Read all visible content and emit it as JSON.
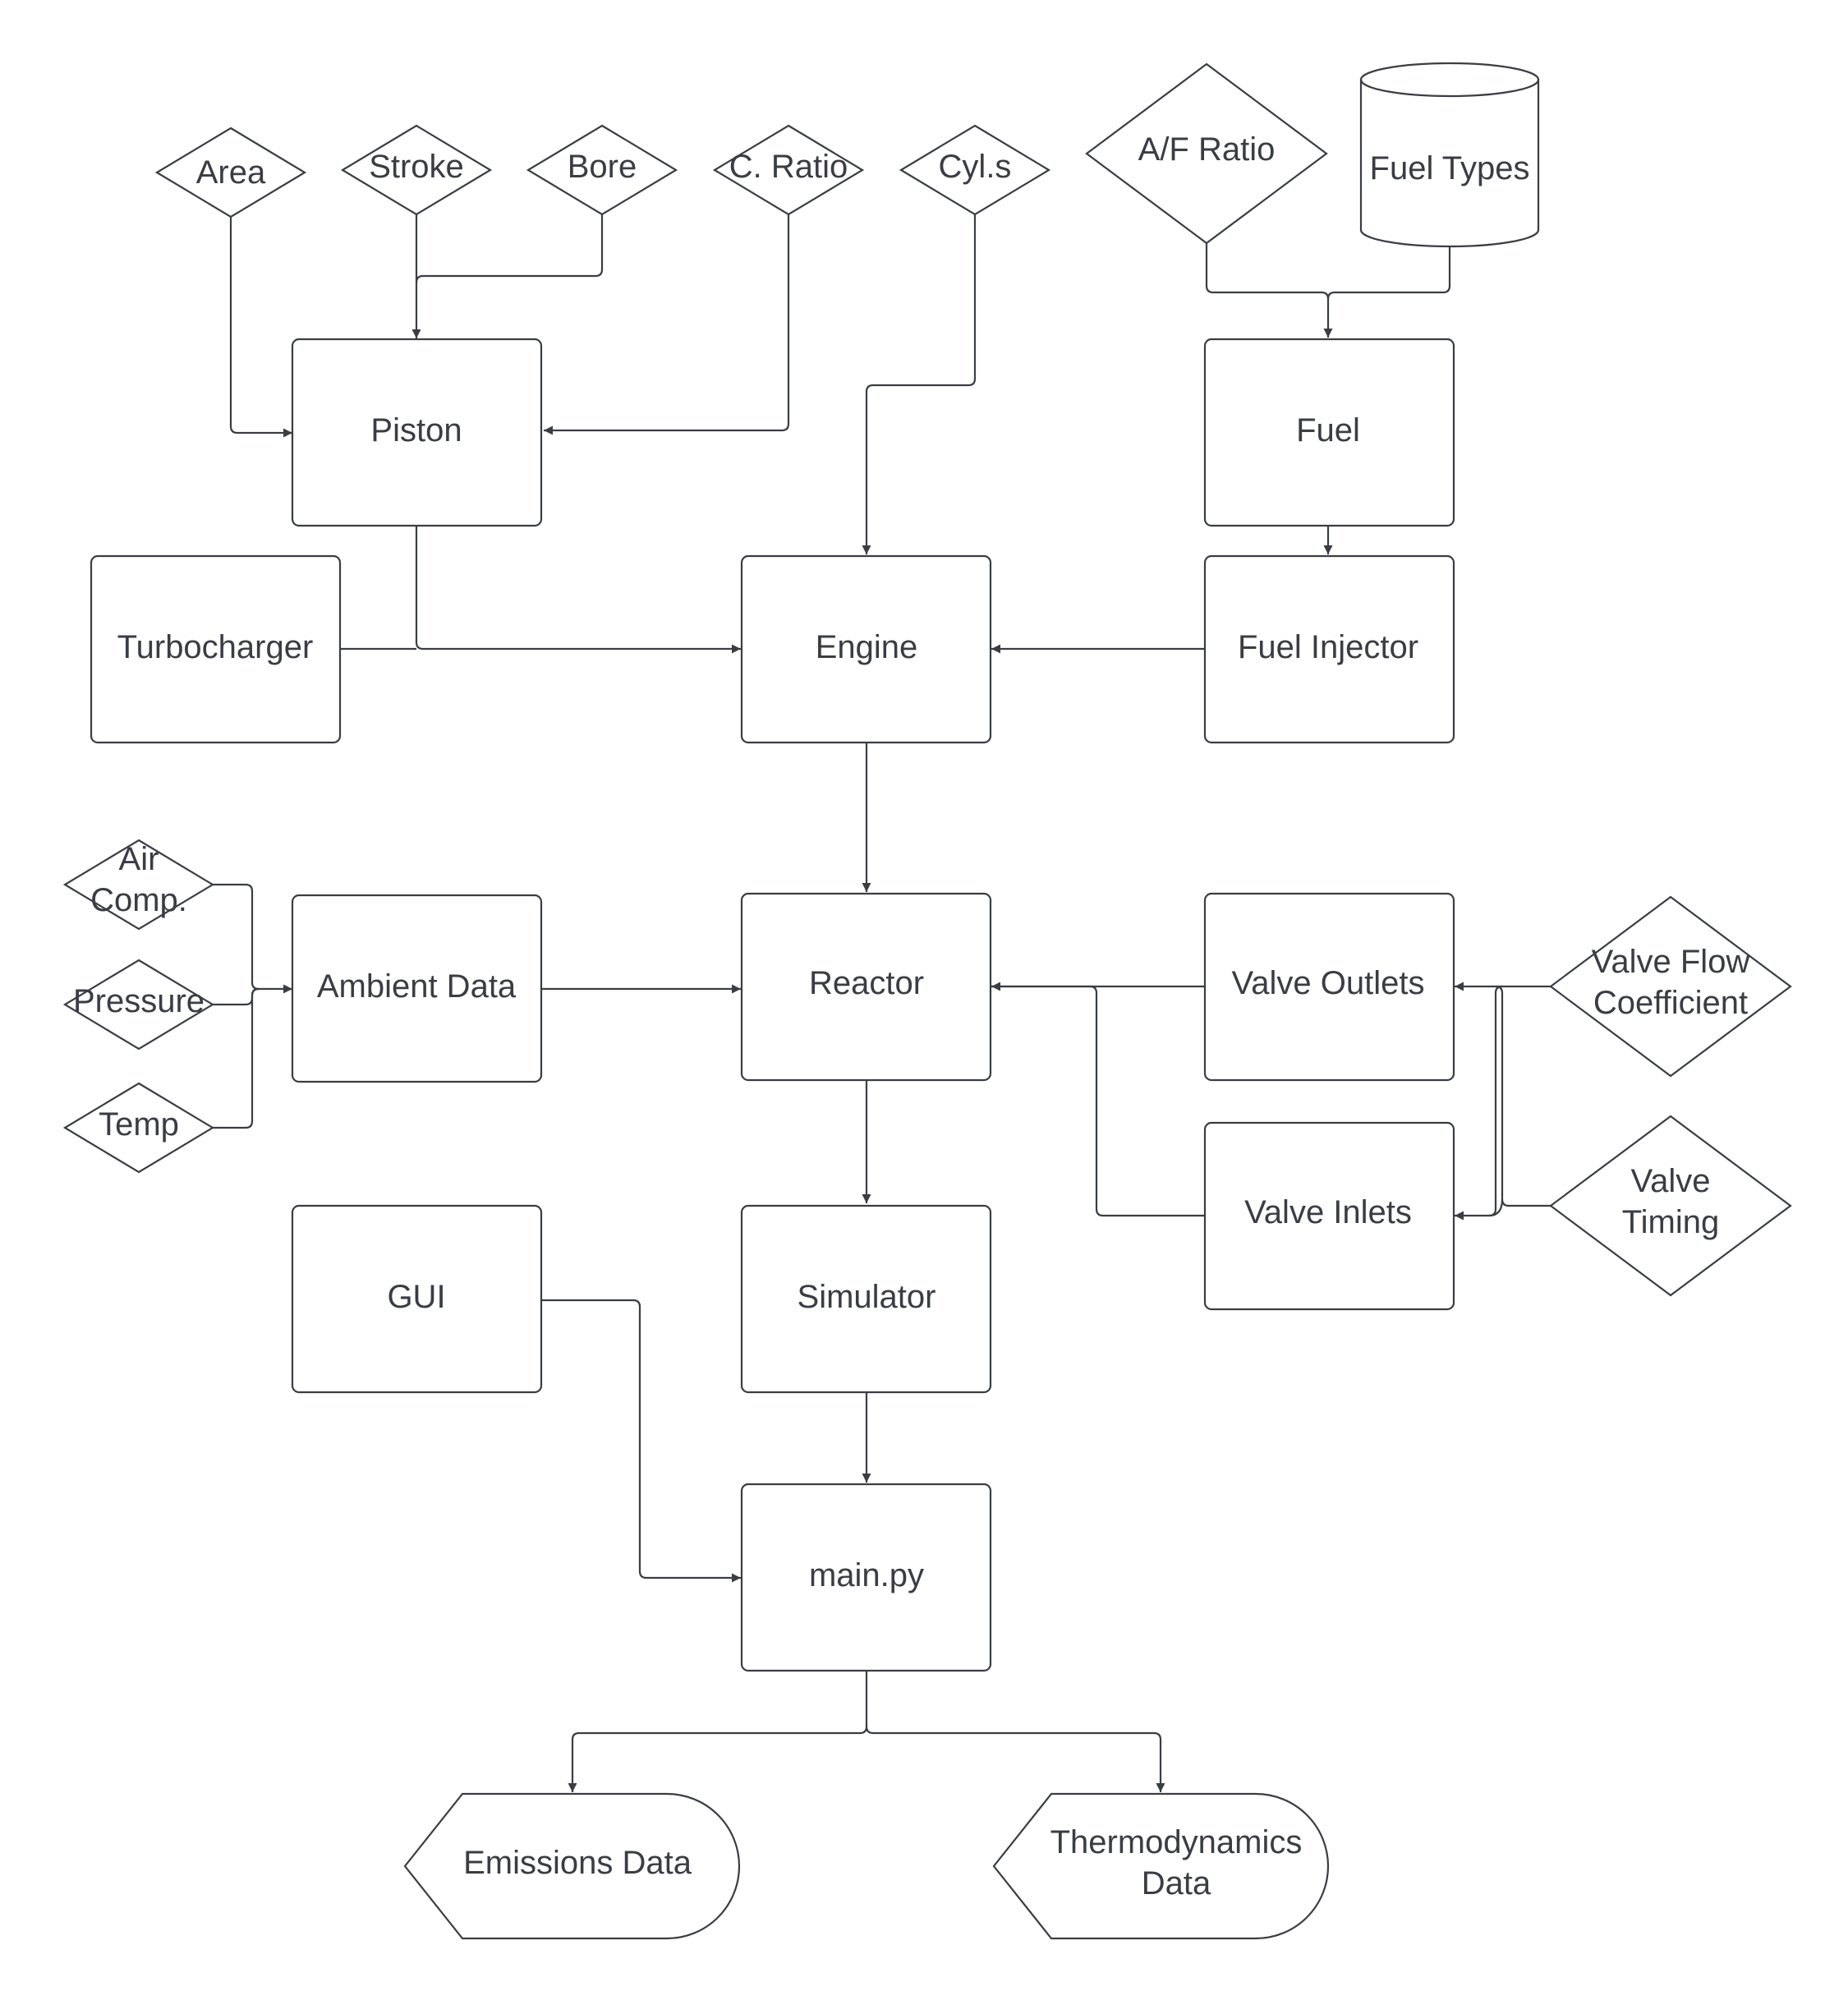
{
  "colors": {
    "stroke": "#3a3d44",
    "background": "#ffffff"
  },
  "nodes": {
    "area": "Area",
    "stroke": "Stroke",
    "bore": "Bore",
    "c_ratio": "C. Ratio",
    "cyls": "Cyl.s",
    "af_ratio": "A/F Ratio",
    "fuel_types": "Fuel Types",
    "piston": "Piston",
    "fuel": "Fuel",
    "turbocharger": "Turbocharger",
    "engine": "Engine",
    "fuel_injector": "Fuel Injector",
    "air_comp_1": "Air",
    "air_comp_2": "Comp.",
    "pressure": "Pressure",
    "temp": "Temp",
    "ambient_data": "Ambient Data",
    "reactor": "Reactor",
    "valve_outlets": "Valve Outlets",
    "valve_inlets": "Valve Inlets",
    "valve_flow_1": "Valve Flow",
    "valve_flow_2": "Coefficient",
    "valve_timing_1": "Valve",
    "valve_timing_2": "Timing",
    "gui": "GUI",
    "simulator": "Simulator",
    "main_py": "main.py",
    "emissions": "Emissions Data",
    "thermo_1": "Thermodynamics",
    "thermo_2": "Data"
  }
}
